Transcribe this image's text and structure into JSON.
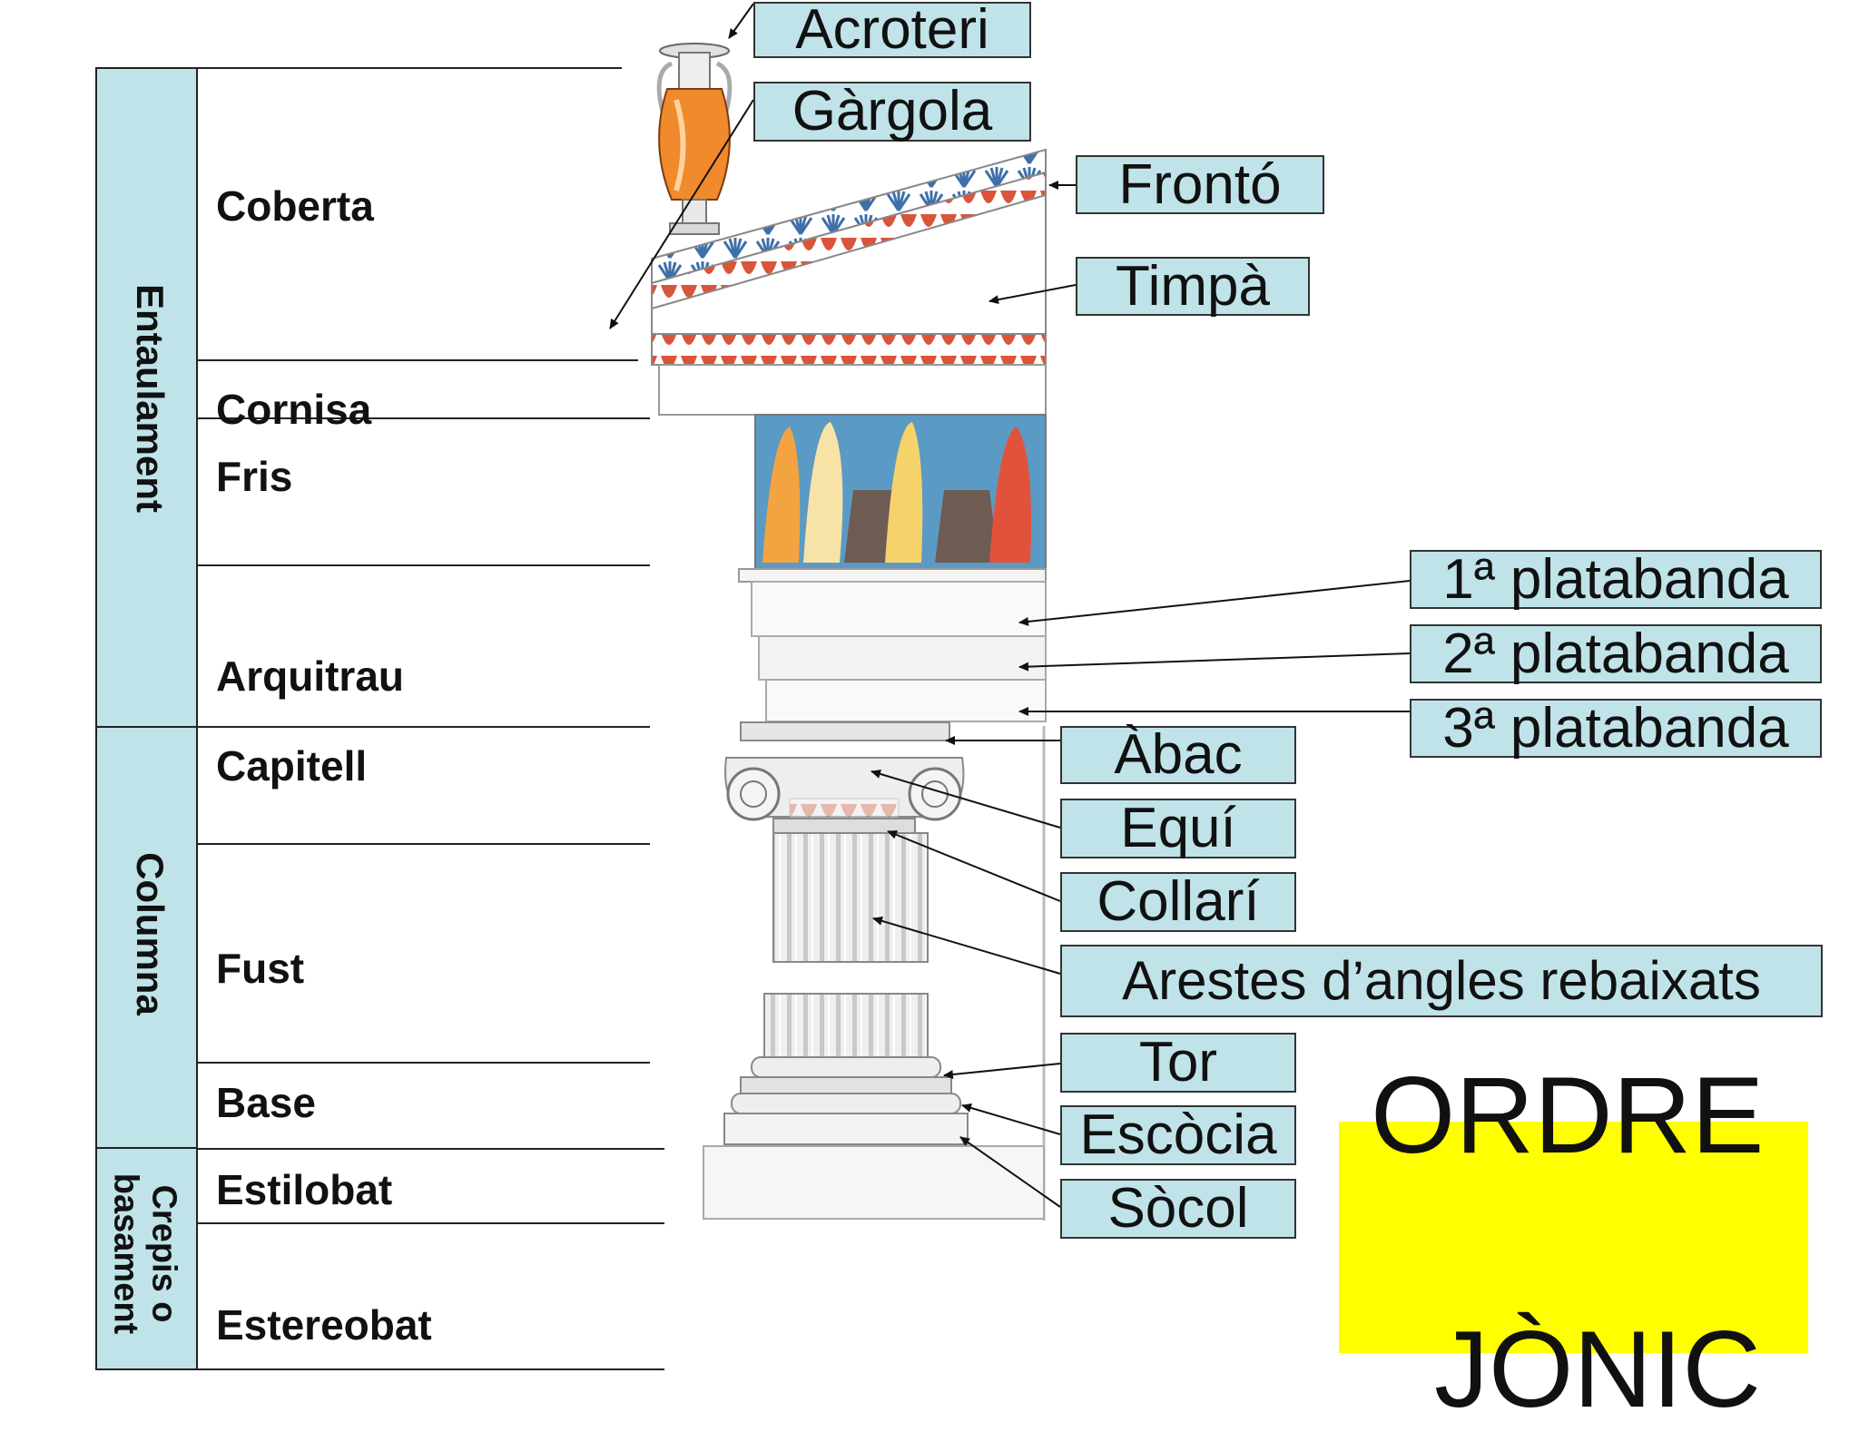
{
  "groups": {
    "entaulament": "Entaulament",
    "columna": "Columna",
    "crepis": "Crepis o",
    "basament": "basament"
  },
  "rows": {
    "coberta": "Coberta",
    "cornisa": "Cornisa",
    "fris": "Fris",
    "arquitrau": "Arquitrau",
    "capitell": "Capitell",
    "fust": "Fust",
    "base": "Base",
    "estilobat": "Estilobat",
    "estereobat": "Estereobat"
  },
  "tags": {
    "acroteri": "Acroteri",
    "gargola": "Gàrgola",
    "fronto": "Frontó",
    "timpa": "Timpà",
    "platabanda1": "1ª platabanda",
    "platabanda2": "2ª platabanda",
    "platabanda3": "3ª platabanda",
    "abac": "Àbac",
    "equi": "Equí",
    "collari": "Collarí",
    "arestes": "Arestes d’angles rebaixats",
    "tor": "Tor",
    "escocia": "Escòcia",
    "socol": "Sòcol"
  },
  "title": {
    "line1": "ORDRE",
    "line2": "JÒNIC"
  },
  "colors": {
    "tag_bg": "#bfe3e8",
    "title_bg": "#ffff00",
    "frieze_bg": "#5b9ac4",
    "accent_red": "#d9553a",
    "vase_orange": "#f08a2c"
  }
}
